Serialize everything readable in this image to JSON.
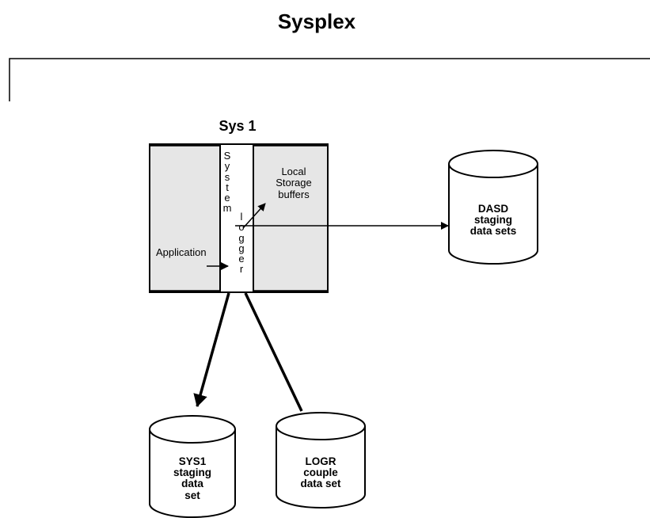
{
  "title": "Sysplex",
  "system": {
    "name": "Sys 1",
    "logger_letters": [
      "S",
      "y",
      "s",
      "t",
      "e",
      "m",
      "l",
      "o",
      "g",
      "g",
      "e",
      "r"
    ],
    "application_label": "Application",
    "local_storage_lines": [
      "Local",
      "Storage",
      "buffers"
    ]
  },
  "dasd": {
    "lines": [
      "DASD",
      "staging",
      "data  sets"
    ]
  },
  "sys1_staging": {
    "lines": [
      "SYS1",
      "staging",
      "data",
      "set"
    ]
  },
  "logr_couple": {
    "lines": [
      "LOGR",
      "couple",
      "data  set"
    ]
  },
  "colors": {
    "box_fill": "#e6e6e6",
    "line": "#000000"
  }
}
